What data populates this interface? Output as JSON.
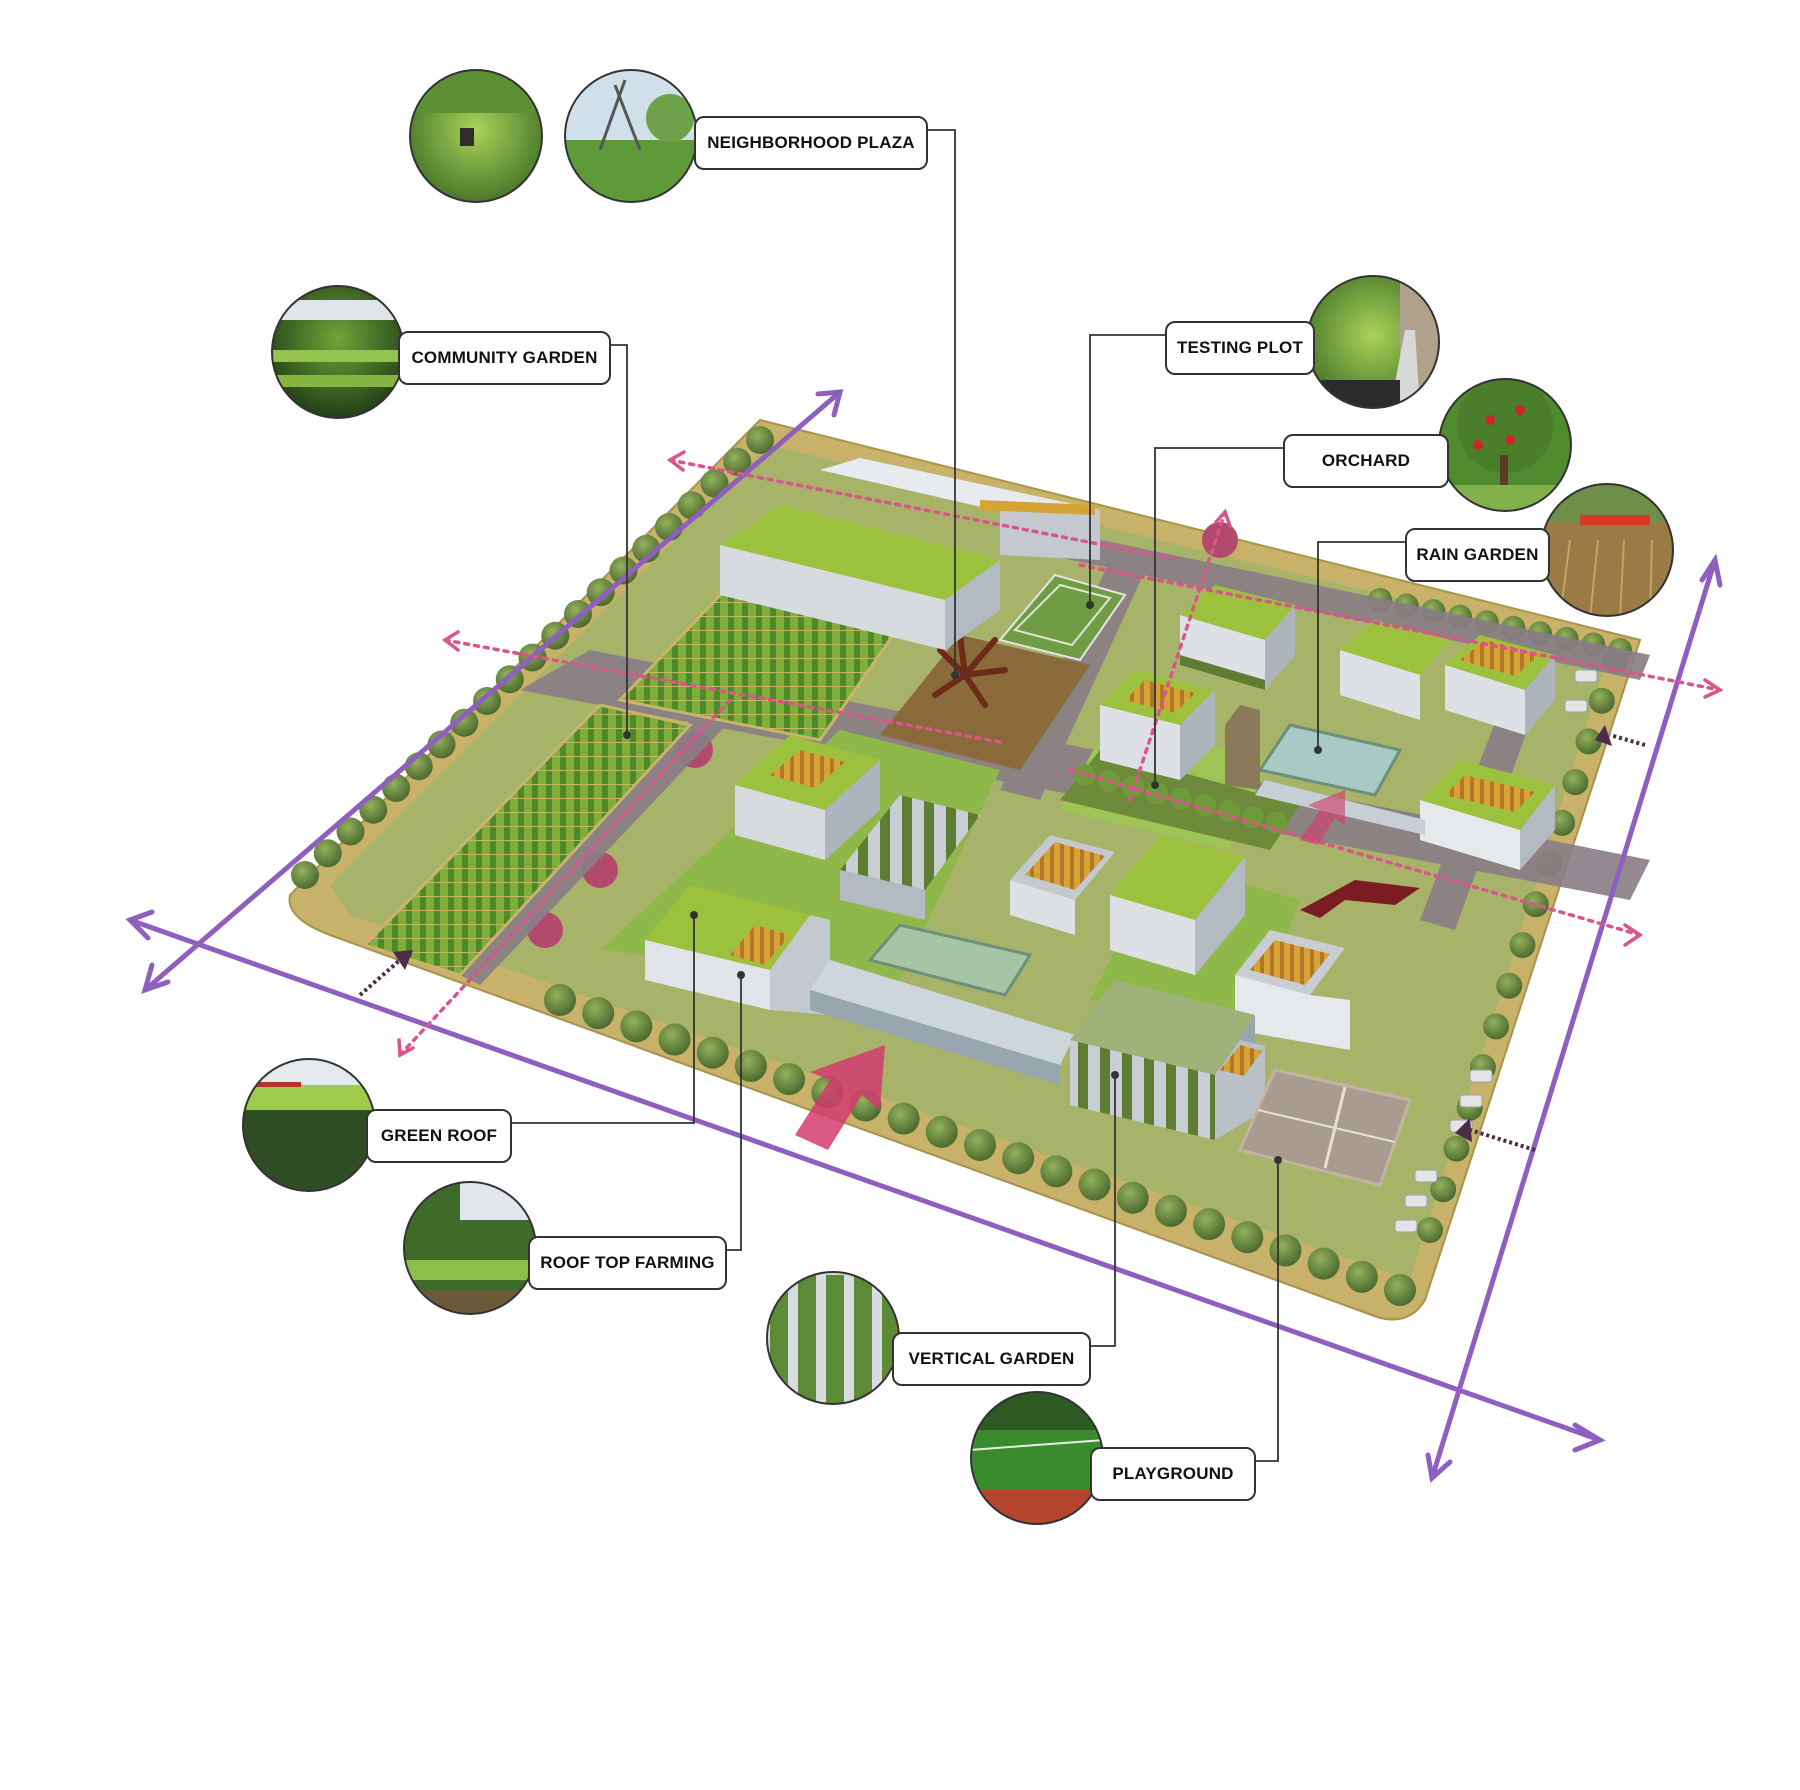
{
  "labels": {
    "neighborhood_plaza": "NEIGHBORHOOD PLAZA",
    "community_garden": "COMMUNITY GARDEN",
    "testing_plot": "TESTING PLOT",
    "orchard": "ORCHARD",
    "rain_garden": "RAIN GARDEN",
    "green_roof": "GREEN ROOF",
    "roof_top_farming": "ROOF TOP FARMING",
    "vertical_garden": "VERTICAL GARDEN",
    "playground": "PLAYGROUND"
  },
  "colors": {
    "axis_arrow": "#8e5fbf",
    "pedestrian_arrow": "#d9558a",
    "entry_arrow": "#d23c6e",
    "leader_line": "#333333",
    "site_base": "#c8b26a",
    "lawn": "#8fb84a",
    "road": "#8a7d86",
    "roof_green": "#9cc23d",
    "building": "#d7dbe0"
  }
}
